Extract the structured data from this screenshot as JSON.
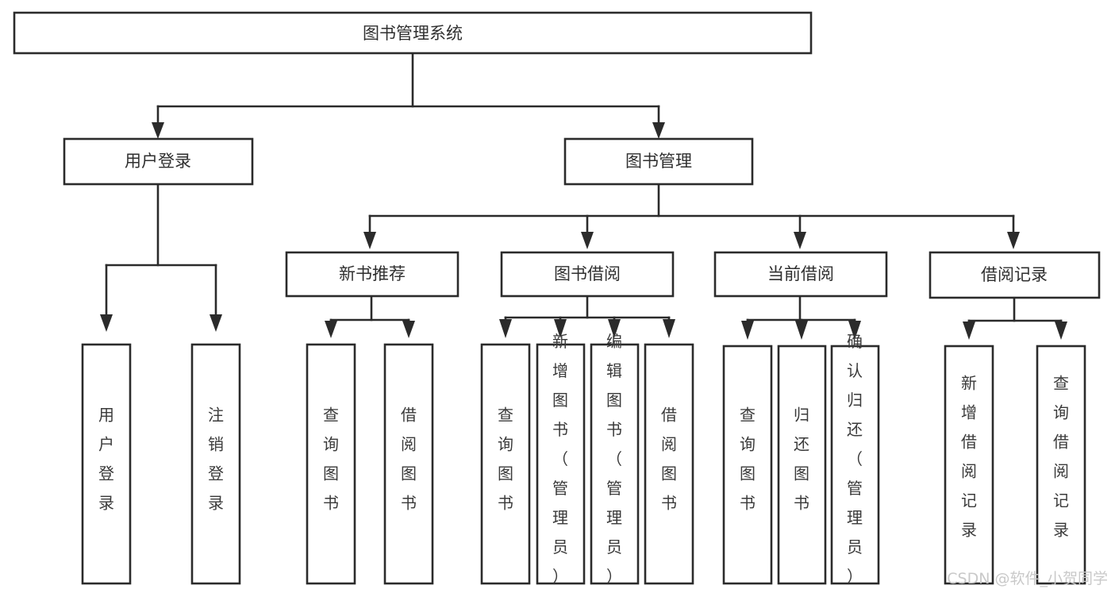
{
  "diagram": {
    "type": "tree",
    "title": "图书管理系统",
    "orientation": "top-down",
    "colors": {
      "box_fill": "#ffffff",
      "box_stroke": "#2b2b2b",
      "text": "#2f2f2f",
      "watermark": "#c9c9c9",
      "background": "#ffffff"
    }
  },
  "root": {
    "label": "图书管理系统"
  },
  "level2": [
    {
      "label": "用户登录"
    },
    {
      "label": "图书管理"
    }
  ],
  "level3": [
    {
      "label": "新书推荐"
    },
    {
      "label": "图书借阅"
    },
    {
      "label": "当前借阅"
    },
    {
      "label": "借阅记录"
    }
  ],
  "leaves": {
    "user_login": [
      {
        "label": "用户登录"
      },
      {
        "label": "注销登录"
      }
    ],
    "new_book_recommend": [
      {
        "label": "查询图书"
      },
      {
        "label": "借阅图书"
      }
    ],
    "book_borrow": [
      {
        "label": "查询图书"
      },
      {
        "label": "新增图书（管理员）"
      },
      {
        "label": "编辑图书（管理员）"
      },
      {
        "label": "借阅图书"
      }
    ],
    "current_borrow": [
      {
        "label": "查询图书"
      },
      {
        "label": "归还图书"
      },
      {
        "label": "确认归还（管理员）"
      }
    ],
    "borrow_record": [
      {
        "label": "新增借阅记录"
      },
      {
        "label": "查询借阅记录"
      }
    ]
  },
  "watermark": {
    "label": "CSDN @软件_小贺同学"
  }
}
